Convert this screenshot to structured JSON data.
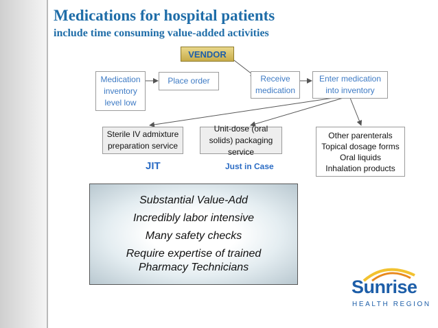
{
  "slide": {
    "title": "Medications for hospital patients",
    "subtitle": "include time consuming value-added activities"
  },
  "flow": {
    "vendor": "VENDOR",
    "top_row": [
      "Medication inventory level low",
      "Place order",
      "Receive medication",
      "Enter medication into inventory"
    ],
    "services": [
      "Sterile IV admixture preparation service",
      "Unit-dose (oral solids) packaging service"
    ],
    "other_items": [
      "Other parenterals",
      "Topical dosage forms",
      "Oral liquids",
      "Inhalation products"
    ],
    "labels": {
      "jit": "JIT",
      "just_in_case": "Just in Case"
    }
  },
  "value_panel": {
    "lines": [
      "Substantial Value-Add",
      "Incredibly labor intensive",
      "Many safety checks",
      "Require expertise of trained Pharmacy Technicians"
    ]
  },
  "logo": {
    "name": "Sunrise",
    "tagline": "HEALTH REGION",
    "colors": {
      "blue": "#1d5ea8",
      "yellow": "#f2c230",
      "orange": "#e8891d"
    }
  },
  "colors": {
    "title": "#1f6da8",
    "box_text": "#3d7ac4",
    "vendor_fill": "#d9c26a"
  }
}
